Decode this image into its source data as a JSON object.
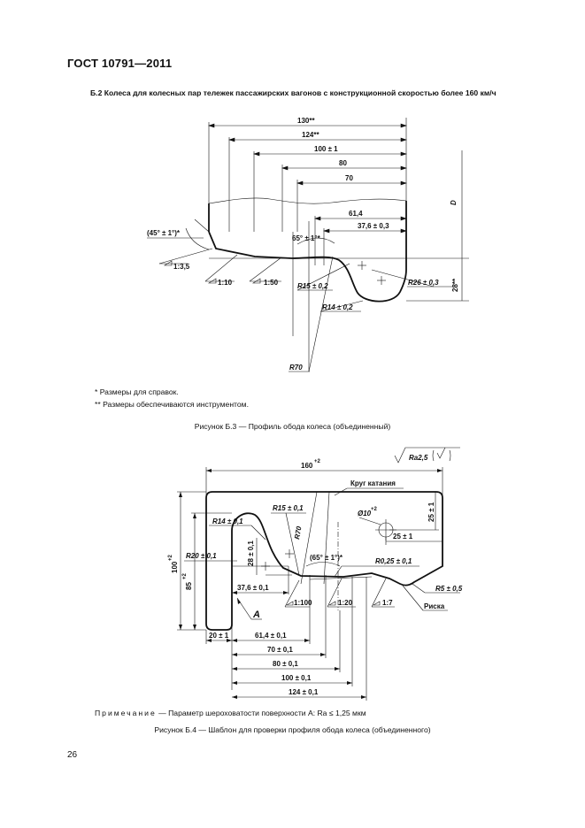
{
  "header": {
    "title": "ГОСТ 10791—2011"
  },
  "section": {
    "text": "Б.2 Колеса для колесных пар тележек пассажирских вагонов с конструкционной скоростью более 160 км/ч"
  },
  "fig3": {
    "dims": {
      "d130": "130**",
      "d124": "124**",
      "d100": "100 ± 1",
      "d80": "80",
      "d70": "70",
      "d61": "61,4",
      "d37": "37,6 ± 0,3",
      "D": "D",
      "angle45": "(45° ± 1°)*",
      "angle65": "65° ± 1°*",
      "taper35": "1:3,5",
      "taper10": "1:10",
      "taper50": "1:50",
      "r15": "R15 ± 0,2",
      "r14": "R14 ± 0,2",
      "r26": "R26 ± 0,3",
      "d28": "28**",
      "r70": "R70"
    },
    "notes": [
      "*  Размеры для справок.",
      "**  Размеры обеспечиваются инструментом."
    ],
    "caption": "Рисунок Б.3 — Профиль обода колеса (объединенный)"
  },
  "fig4": {
    "dims": {
      "d160": "160",
      "d160sup": "+2",
      "rough": "Ra2,5",
      "circle": "Круг катания",
      "r15": "R15 ± 0,1",
      "r14": "R14 ± 0,1",
      "r20": "R20 ± 0,1",
      "d28": "28 ± 0,1",
      "r70": "R70",
      "hole": "Ø10",
      "holesup": "+2",
      "d25v": "25 ± 1",
      "d25h": "25 ± 1",
      "angle65": "(65° ± 1°)*",
      "r025": "R0,25 ± 0,1",
      "r5": "R5 ± 0,5",
      "d100v": "100",
      "d100vsup": "+2",
      "d85v": "85",
      "d85vsup": "+2",
      "t100": "1:100",
      "t20": "1:20",
      "t7": "1:7",
      "riska": "Риска",
      "A": "A",
      "d376": "37,6 ± 0,1",
      "d20": "20 ± 1",
      "d614": "61,4 ± 0,1",
      "d70": "70 ± 0,1",
      "d80": "80 ± 0,1",
      "d100": "100 ± 0,1",
      "d124": "124 ± 0,1"
    },
    "note_label": "Примечание",
    "note_text": "— Параметр шероховатости поверхности A: Ra ≤ 1,25 мкм",
    "caption": "Рисунок  Б.4 — Шаблон для проверки профиля обода колеса (объединенного)"
  },
  "page_number": "26"
}
